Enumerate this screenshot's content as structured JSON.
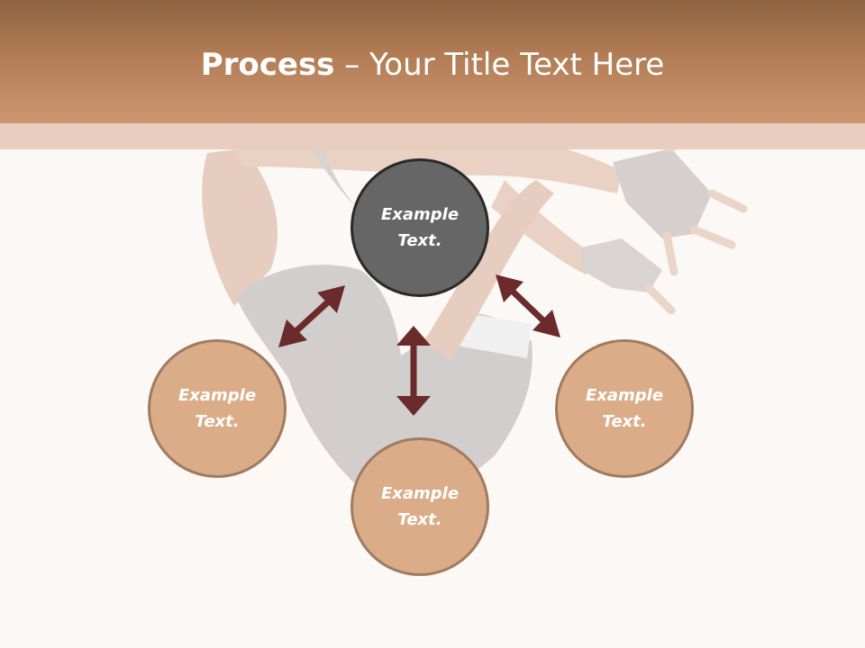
{
  "slide": {
    "title_bold": "Process",
    "title_rest": " – Your Title Text Here"
  },
  "nodes": [
    {
      "id": "top",
      "line1": "Example",
      "line2": "Text."
    },
    {
      "id": "left",
      "line1": "Example",
      "line2": "Text."
    },
    {
      "id": "bottom",
      "line1": "Example",
      "line2": "Text."
    },
    {
      "id": "right",
      "line1": "Example",
      "line2": "Text."
    }
  ],
  "colors": {
    "header": "#b27c55",
    "band": "#e9cdbf",
    "dark_node": "#666666",
    "tan_node": "#dbac88",
    "arrow": "#6b2b2b"
  },
  "icons": {
    "arrows": "double-headed-arrow",
    "photo": "dancer-photo"
  }
}
